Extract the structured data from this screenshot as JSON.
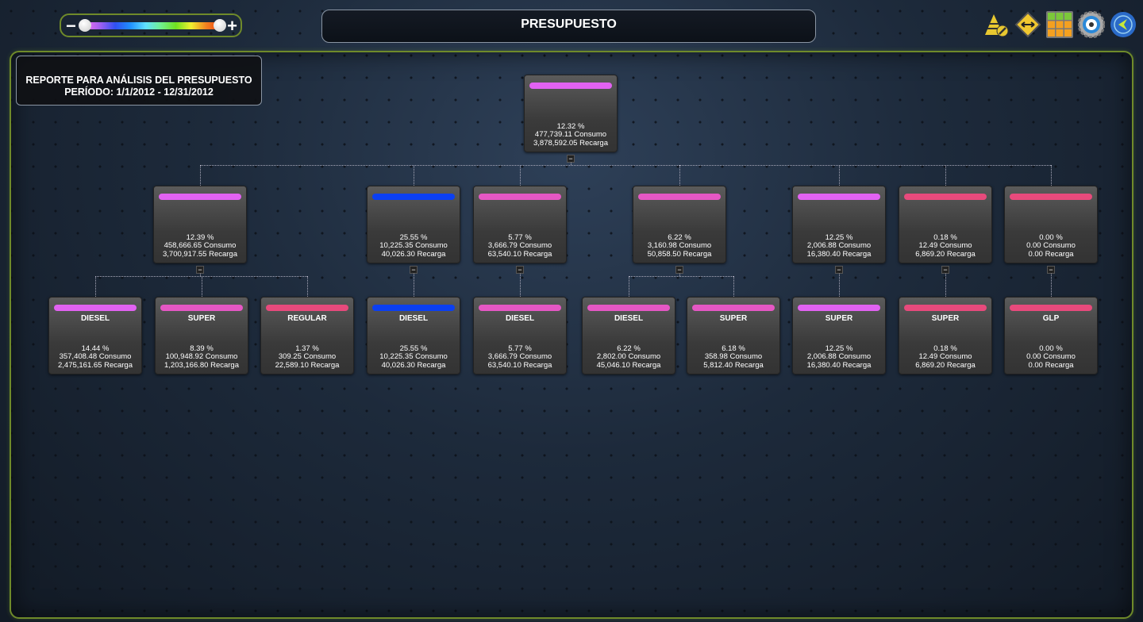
{
  "header": {
    "title": "PRESUPUESTO",
    "slider_minus": "−",
    "slider_plus": "+"
  },
  "toolbar": {
    "icons": [
      "pyramid-edit-icon",
      "resize-horizontal-icon",
      "grid-icon",
      "gear-icon",
      "back-icon"
    ]
  },
  "report": {
    "title": "REPORTE PARA ANÁLISIS DEL PRESUPUESTO",
    "period": "PERÍODO: 1/1/2012 - 12/31/2012"
  },
  "colors": {
    "violet": "#e262f2",
    "blue": "#0b3ff2",
    "pink": "#e657c4",
    "red": "#e84a7c"
  },
  "collapse_label": "−",
  "tree": {
    "root": {
      "label": "",
      "pct": "12.32 %",
      "consumo": "477,739.11 Consumo",
      "recarga": "3,878,592.05 Recarga",
      "color": "violet"
    },
    "level1": [
      {
        "label": "",
        "pct": "12.39 %",
        "consumo": "458,666.65 Consumo",
        "recarga": "3,700,917.55 Recarga",
        "color": "violet"
      },
      {
        "label": "",
        "pct": "25.55 %",
        "consumo": "10,225.35 Consumo",
        "recarga": "40,026.30 Recarga",
        "color": "blue"
      },
      {
        "label": "",
        "pct": "5.77 %",
        "consumo": "3,666.79 Consumo",
        "recarga": "63,540.10 Recarga",
        "color": "pink"
      },
      {
        "label": "",
        "pct": "6.22 %",
        "consumo": "3,160.98 Consumo",
        "recarga": "50,858.50 Recarga",
        "color": "pink"
      },
      {
        "label": "",
        "pct": "12.25 %",
        "consumo": "2,006.88 Consumo",
        "recarga": "16,380.40 Recarga",
        "color": "violet"
      },
      {
        "label": "",
        "pct": "0.18 %",
        "consumo": "12.49 Consumo",
        "recarga": "6,869.20 Recarga",
        "color": "red"
      },
      {
        "label": "",
        "pct": "0.00 %",
        "consumo": "0.00 Consumo",
        "recarga": "0.00 Recarga",
        "color": "red"
      }
    ],
    "level2": [
      {
        "parent": 0,
        "label": "DIESEL",
        "pct": "14.44 %",
        "consumo": "357,408.48 Consumo",
        "recarga": "2,475,161.65 Recarga",
        "color": "violet"
      },
      {
        "parent": 0,
        "label": "SUPER",
        "pct": "8.39 %",
        "consumo": "100,948.92 Consumo",
        "recarga": "1,203,166.80 Recarga",
        "color": "pink"
      },
      {
        "parent": 0,
        "label": "REGULAR",
        "pct": "1.37 %",
        "consumo": "309.25 Consumo",
        "recarga": "22,589.10 Recarga",
        "color": "red"
      },
      {
        "parent": 1,
        "label": "DIESEL",
        "pct": "25.55 %",
        "consumo": "10,225.35 Consumo",
        "recarga": "40,026.30 Recarga",
        "color": "blue"
      },
      {
        "parent": 2,
        "label": "DIESEL",
        "pct": "5.77 %",
        "consumo": "3,666.79 Consumo",
        "recarga": "63,540.10 Recarga",
        "color": "pink"
      },
      {
        "parent": 3,
        "label": "DIESEL",
        "pct": "6.22 %",
        "consumo": "2,802.00 Consumo",
        "recarga": "45,046.10 Recarga",
        "color": "pink"
      },
      {
        "parent": 3,
        "label": "SUPER",
        "pct": "6.18 %",
        "consumo": "358.98 Consumo",
        "recarga": "5,812.40 Recarga",
        "color": "pink"
      },
      {
        "parent": 4,
        "label": "SUPER",
        "pct": "12.25 %",
        "consumo": "2,006.88 Consumo",
        "recarga": "16,380.40 Recarga",
        "color": "violet"
      },
      {
        "parent": 5,
        "label": "SUPER",
        "pct": "0.18 %",
        "consumo": "12.49 Consumo",
        "recarga": "6,869.20 Recarga",
        "color": "red"
      },
      {
        "parent": 6,
        "label": "GLP",
        "pct": "0.00 %",
        "consumo": "0.00 Consumo",
        "recarga": "0.00 Recarga",
        "color": "red"
      }
    ]
  }
}
